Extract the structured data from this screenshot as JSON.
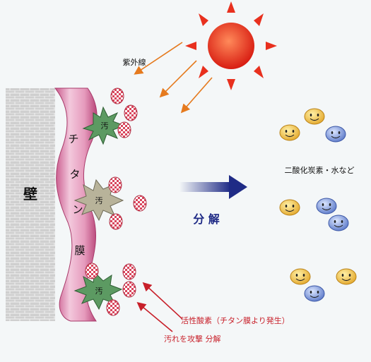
{
  "labels": {
    "uv": "紫外線",
    "wall": "壁",
    "titanium_film": "チタン膜",
    "dirt": "汚",
    "decompose": "分 解",
    "products": "二酸化炭素・水など",
    "active_oxygen": "活性酸素（チタン膜より発生）",
    "attack": "汚れを攻撃 分解"
  },
  "colors": {
    "background": "#f4f7f8",
    "wall_brick": "#c9c9c9",
    "film_pink": "#e7a6c4",
    "dirt_green": "#5c9a62",
    "dirt_gray": "#b8b39a",
    "particle_red": "#d8455c",
    "arrow_orange": "#e57a1e",
    "arrow_red": "#c8202a",
    "decompose_arrow": "#2d3a8c",
    "smiley_yellow": "#f3c64a",
    "smiley_blue": "#7f98d8",
    "sun": "#e8301e"
  }
}
